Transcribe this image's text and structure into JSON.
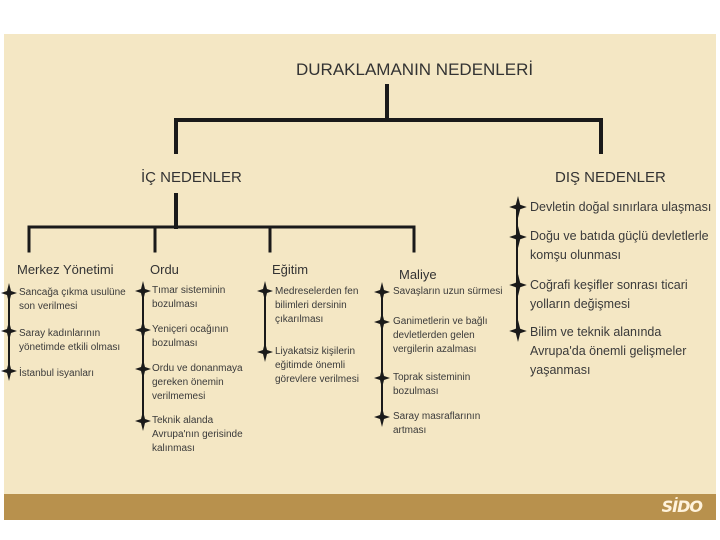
{
  "title": "DURAKLAMANIN NEDENLERİ",
  "left_group": {
    "title": "İÇ NEDENLER",
    "columns": [
      {
        "name": "Merkez Yönetimi",
        "items": [
          [
            "Sancağa çıkma usulüne",
            "son verilmesi"
          ],
          [
            "Saray kadınlarının",
            "yönetimde etkili olması"
          ],
          [
            "İstanbul isyanları"
          ]
        ]
      },
      {
        "name": "Ordu",
        "items": [
          [
            "Tımar sisteminin",
            "bozulması"
          ],
          [
            "Yeniçeri ocağının",
            "bozulması"
          ],
          [
            "Ordu ve donanmaya",
            "gereken önemin",
            "verilmemesi"
          ],
          [
            "Teknik alanda",
            "Avrupa'nın gerisinde",
            "kalınması"
          ]
        ]
      },
      {
        "name": "Eğitim",
        "items": [
          [
            "Medreselerden fen",
            "bilimleri dersinin",
            "çıkarılması"
          ],
          [
            "Liyakatsiz kişilerin",
            "eğitimde önemli",
            "görevlere verilmesi"
          ]
        ]
      },
      {
        "name": "Maliye",
        "items": [
          [
            "Savaşların uzun sürmesi"
          ],
          [
            "Ganimetlerin ve bağlı",
            "devletlerden gelen",
            "vergilerin azalması"
          ],
          [
            "Toprak sisteminin",
            "bozulması"
          ],
          [
            "Saray masraflarının",
            "artması"
          ]
        ]
      }
    ]
  },
  "right_group": {
    "title": "DIŞ NEDENLER",
    "items": [
      [
        "Devletin doğal sınırlara ulaşması"
      ],
      [
        "Doğu ve batıda güçlü devletlerle",
        "komşu olunması"
      ],
      [
        "Coğrafi keşifler sonrası ticari",
        "yolların değişmesi"
      ],
      [
        "Bilim ve teknik alanında",
        "Avrupa'da önemli gelişmeler",
        "yaşanması"
      ]
    ]
  },
  "footer": {
    "logo": "SİDO"
  },
  "colors": {
    "background": "#f4e7c4",
    "footer": "#b8914d",
    "lines": "#1a1a1a",
    "text": "#333333"
  }
}
